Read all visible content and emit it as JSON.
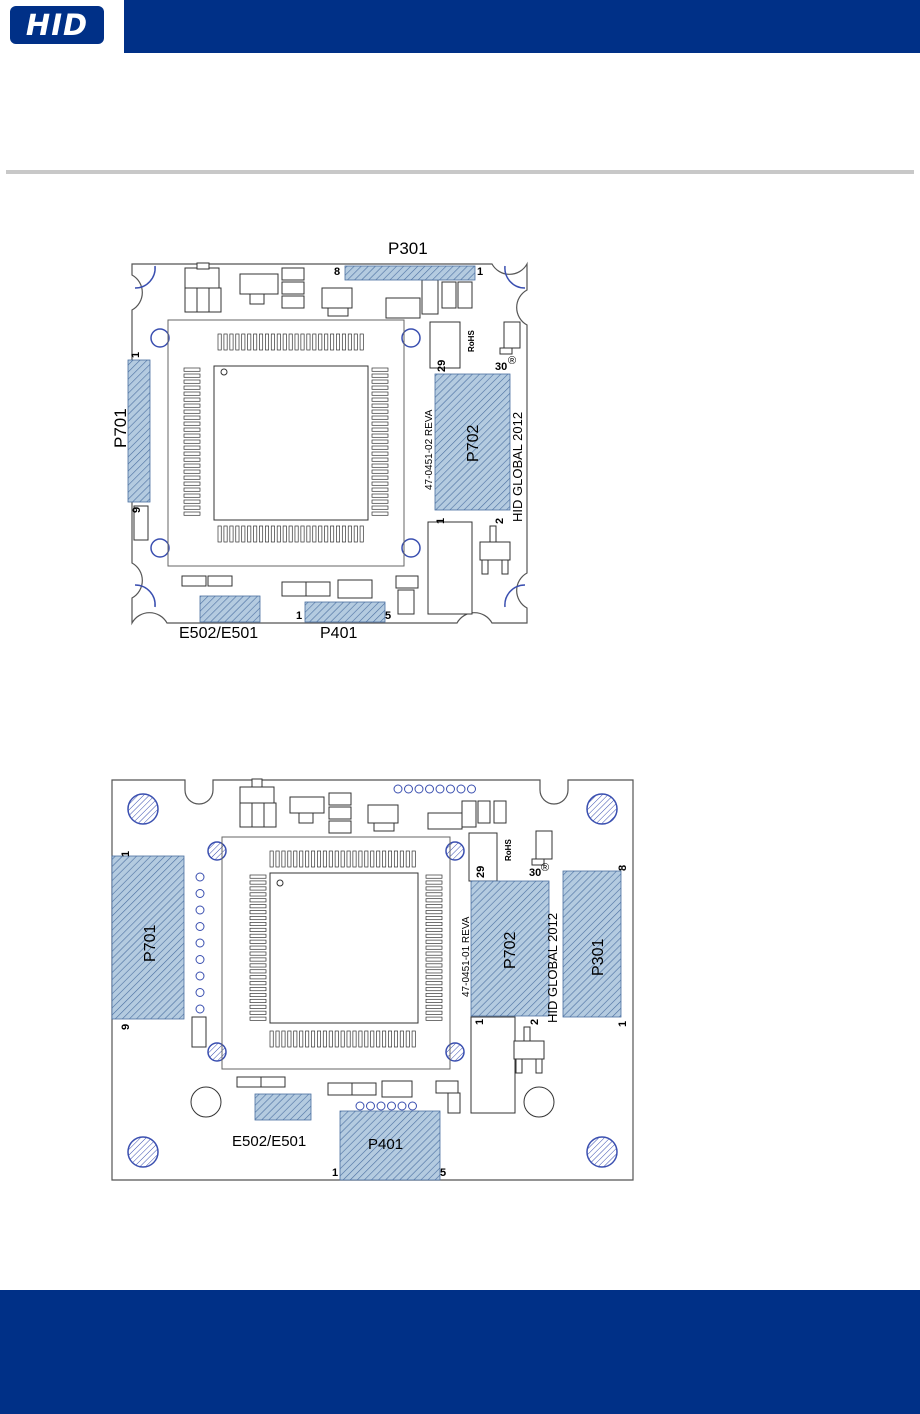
{
  "header": {
    "logo_text": "HID",
    "brand_color": "#003087"
  },
  "board_top": {
    "labels": {
      "p301": "P301",
      "p301_pin_left": "8",
      "p301_pin_right": "1",
      "p701": "P701",
      "p701_pin_top": "1",
      "p701_pin_bottom": "9",
      "p702": "P702",
      "p702_pin_29": "29",
      "p702_pin_30": "30",
      "p702_pin_1": "1",
      "p702_pin_2": "2",
      "p401": "P401",
      "p401_pin_1": "1",
      "p401_pin_5": "5",
      "e502": "E502/E501",
      "silk_part": "47-0451-02 REVA",
      "silk_copy": "HID GLOBAL 2012",
      "rohs": "RoHS",
      "reg": "®"
    }
  },
  "board_bottom": {
    "labels": {
      "p701": "P701",
      "p701_pin_top": "1",
      "p701_pin_bottom": "9",
      "p702": "P702",
      "p702_pin_29": "29",
      "p702_pin_30": "30",
      "p702_pin_1": "1",
      "p702_pin_2": "2",
      "p301": "P301",
      "p301_pin_top": "8",
      "p301_pin_bottom": "1",
      "p401": "P401",
      "p401_pin_1": "1",
      "p401_pin_5": "5",
      "e502": "E502/E501",
      "silk_part": "47-0451-01 REVA",
      "silk_copy": "HID GLOBAL 2012",
      "rohs": "RoHS",
      "reg": "®"
    }
  },
  "colors": {
    "connector_fill": "#a9c4dc",
    "connector_hatch": "#4a6fa0",
    "hole_stroke": "#3a4fb0"
  }
}
